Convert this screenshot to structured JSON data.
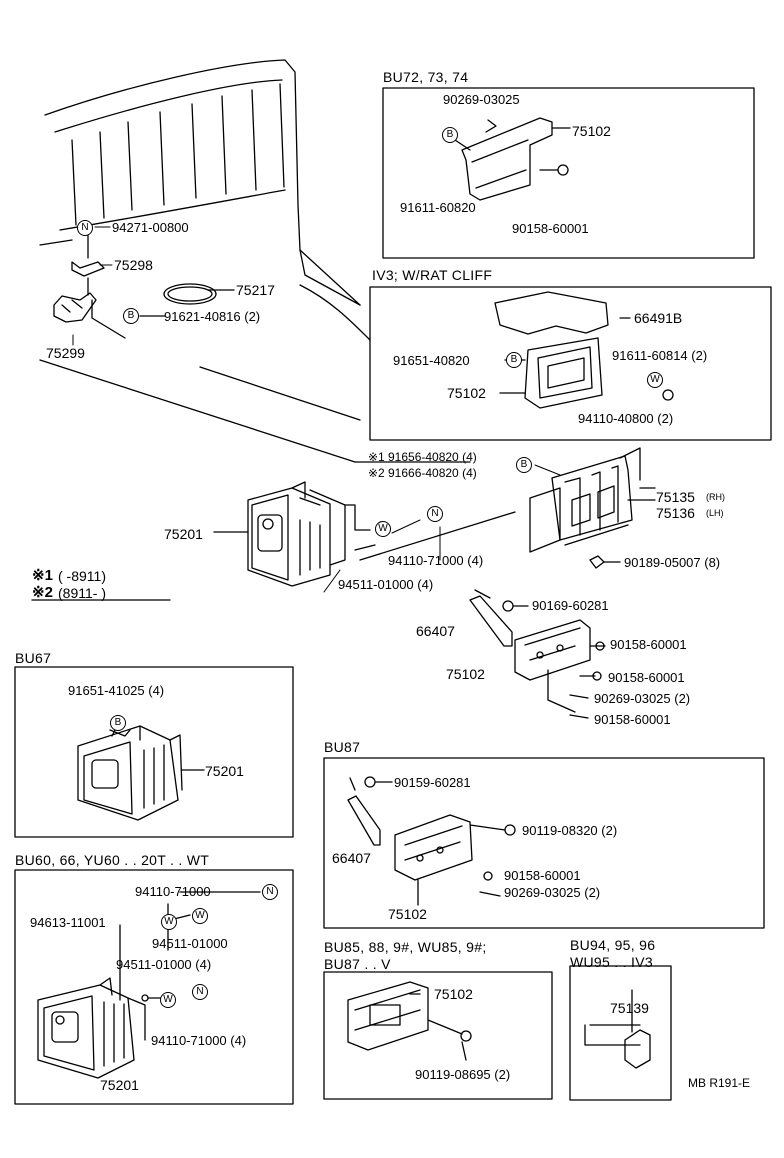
{
  "sections": {
    "bu72": "BU72, 73, 74",
    "iv3": "IV3; W/RAT CLIFF",
    "bu67": "BU67",
    "bu60": "BU60, 66, YU60 . . 20T . . WT",
    "bu87": "BU87",
    "bu85_line1": "BU85, 88, 9#, WU85, 9#;",
    "bu85_line2": "BU87 . . V",
    "bu94_line1": "BU94, 95, 96",
    "bu94_line2": "WU95 . . IV3"
  },
  "markers": {
    "n": "N",
    "b": "B",
    "w": "W"
  },
  "main": {
    "p94271": "94271-00800",
    "p75298": "75298",
    "p75217": "75217",
    "p91621": "91621-40816 (2)",
    "p75299": "75299",
    "p75201": "75201",
    "note1_label": "※1",
    "note1_part": "91656-40820 (4)",
    "note2_label": "※2",
    "note2_part": "91666-40820 (4)",
    "p94110": "94110-71000 (4)",
    "p94511": "94511-01000 (4)",
    "p75135": "75135",
    "p75135_suffix": "(RH)",
    "p75136": "75136",
    "p75136_suffix": "(LH)",
    "p90189": "90189-05007 (8)",
    "p90169": "90169-60281",
    "p66407": "66407",
    "p90158a": "90158-60001",
    "p75102": "75102",
    "p90158b": "90158-60001",
    "p90269": "90269-03025 (2)",
    "p90158c": "90158-60001",
    "legend1_label": "※1",
    "legend1_range": "(      -8911)",
    "legend2_label": "※2",
    "legend2_range": "(8911-        )"
  },
  "bu72": {
    "p90269": "90269-03025",
    "p75102": "75102",
    "p91611": "91611-60820",
    "p90158": "90158-60001"
  },
  "iv3": {
    "p66491": "66491B",
    "p91651": "91651-40820",
    "p91611": "91611-60814 (2)",
    "p75102": "75102",
    "p94110": "94110-40800 (2)"
  },
  "bu67": {
    "p91651": "91651-41025 (4)",
    "p75201": "75201"
  },
  "bu60": {
    "p94110a": "94110-71000",
    "p94613": "94613-11001",
    "p94511a": "94511-01000",
    "p94511b": "94511-01000 (4)",
    "p94110b": "94110-71000 (4)",
    "p75201": "75201"
  },
  "bu87": {
    "p90159": "90159-60281",
    "p90119": "90119-08320 (2)",
    "p66407": "66407",
    "p90158": "90158-60001",
    "p90269": "90269-03025 (2)",
    "p75102": "75102"
  },
  "bu85": {
    "p75102": "75102",
    "p90119": "90119-08695 (2)"
  },
  "bu94": {
    "p75139": "75139"
  },
  "footer": {
    "code": "MB R191-E"
  }
}
